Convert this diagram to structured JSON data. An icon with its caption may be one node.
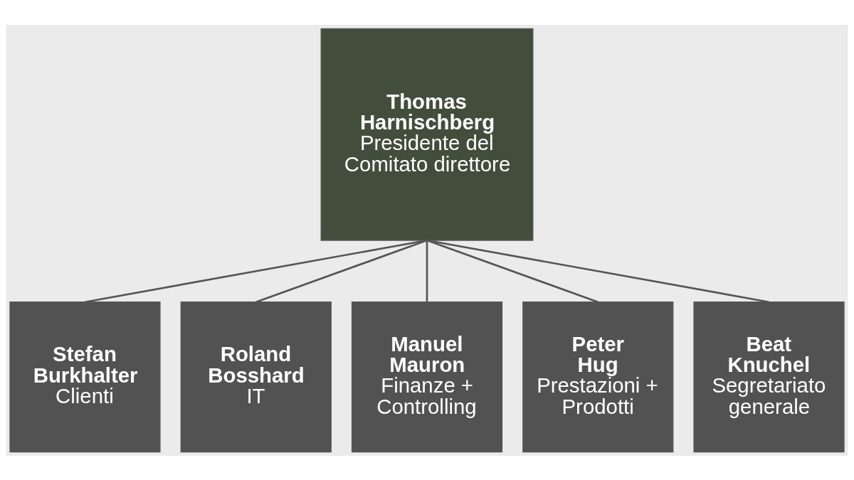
{
  "diagram": {
    "nodes": [
      {
        "text": [
          "Thomas Harnischberg",
          "Presidente del Comitato direttore"
        ]
      },
      {
        "text": [
          "Stefan Burkhalter",
          "Clienti"
        ]
      },
      {
        "text": [
          "Roland Bosshard",
          "IT"
        ]
      },
      {
        "text": [
          "Manuel Mauron",
          "Finanze + Controlling"
        ]
      },
      {
        "text": [
          "Peter Hug",
          "Prestazioni + Prodotti"
        ]
      },
      {
        "text": [
          "Beat Knuchel",
          "Segretariato generale"
        ]
      }
    ],
    "edges": [
      {
        "from": 0,
        "to": 1,
        "arrow": "none"
      },
      {
        "from": 0,
        "to": 2,
        "arrow": "none"
      },
      {
        "from": 0,
        "to": 3,
        "arrow": "none"
      },
      {
        "from": 0,
        "to": 4,
        "arrow": "none"
      },
      {
        "from": 0,
        "to": 5,
        "arrow": "none"
      }
    ]
  }
}
